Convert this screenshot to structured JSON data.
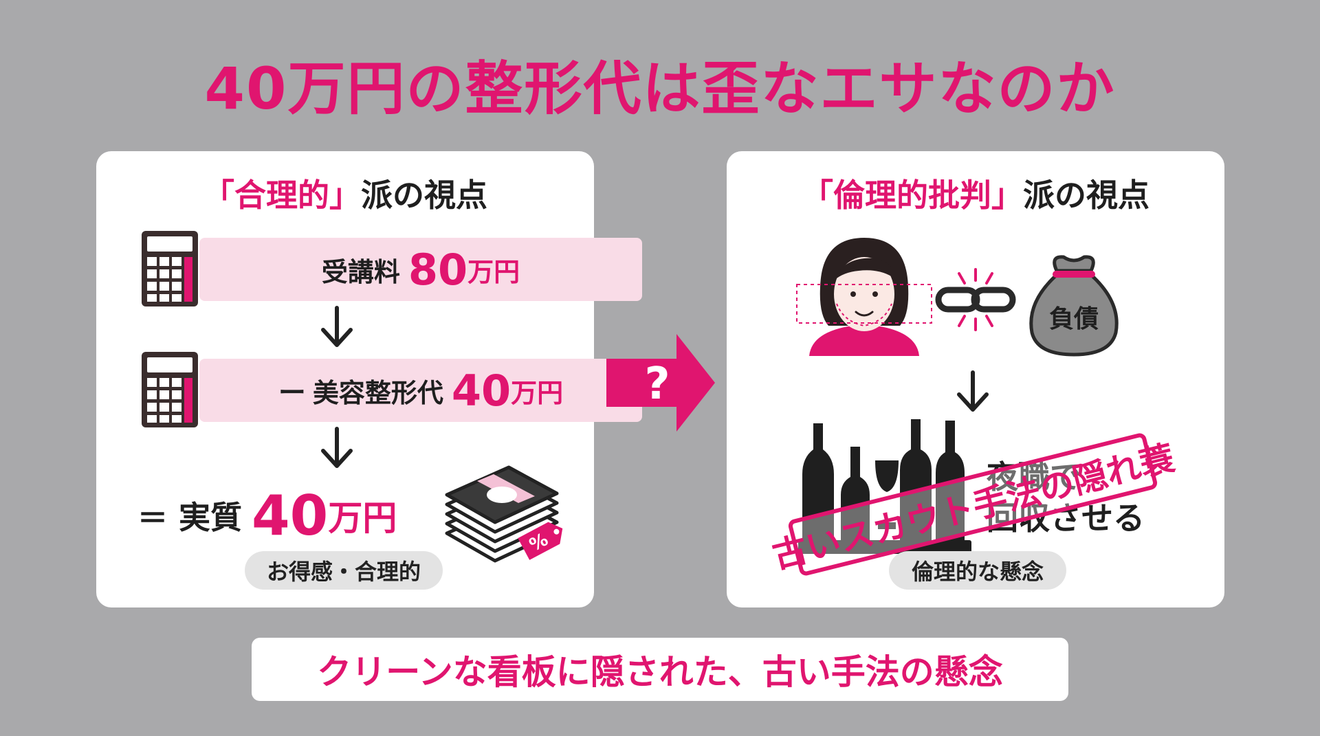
{
  "title": "40万円の整形代は歪なエサなのか",
  "left_panel": {
    "heading_highlight": "「合理的」",
    "heading_rest": "派の視点",
    "row1": {
      "label": "受講料",
      "amount": "80",
      "unit": "万円"
    },
    "row2": {
      "minus": "ー",
      "label": "美容整形代",
      "amount": "40",
      "unit": "万円"
    },
    "result": {
      "equals": "＝",
      "label": "実質",
      "amount": "40",
      "unit": "万円"
    },
    "badge": "お得感・合理的",
    "tag_symbol": "%"
  },
  "connector": {
    "symbol": "?"
  },
  "right_panel": {
    "heading_highlight": "「倫理的批判」",
    "heading_rest": "派の視点",
    "bag_label": "負債",
    "recover_text_1": "夜職で",
    "recover_text_2": "回収させる",
    "stamp": "古いスカウト手法の隠れ蓑",
    "badge": "倫理的な懸念"
  },
  "bottom_caption": "クリーンな看板に隠された、古い手法の懸念",
  "colors": {
    "accent": "#e0156f",
    "background": "#a9a9ab",
    "bar": "#f9dce7"
  }
}
